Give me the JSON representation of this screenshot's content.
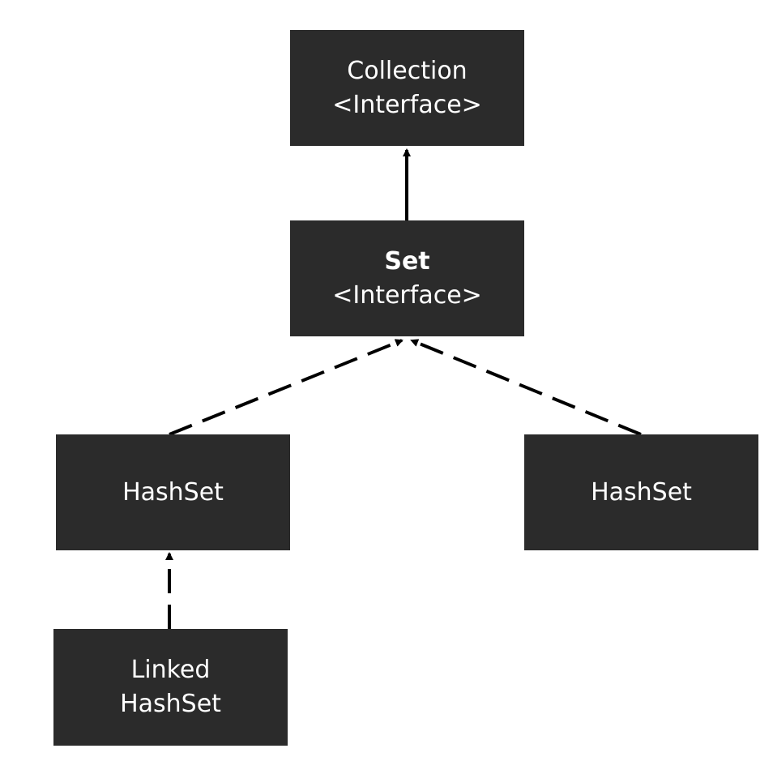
{
  "nodes": {
    "collection": {
      "name": "Collection",
      "stereotype": "<Interface>"
    },
    "set": {
      "name": "Set",
      "stereotype": "<Interface>"
    },
    "hashset_left": {
      "name": "HashSet"
    },
    "hashset_right": {
      "name": "HashSet"
    },
    "linked_hashset": {
      "line1": "Linked",
      "line2": "HashSet"
    }
  },
  "edges": [
    {
      "from": "set",
      "to": "collection",
      "style": "solid"
    },
    {
      "from": "hashset_left",
      "to": "set",
      "style": "dashed"
    },
    {
      "from": "hashset_right",
      "to": "set",
      "style": "dashed"
    },
    {
      "from": "linked_hashset",
      "to": "hashset_left",
      "style": "dashed"
    }
  ],
  "colors": {
    "node_fill": "#2b2b2b",
    "node_text": "#ffffff",
    "edge": "#000000",
    "background": "#ffffff"
  }
}
